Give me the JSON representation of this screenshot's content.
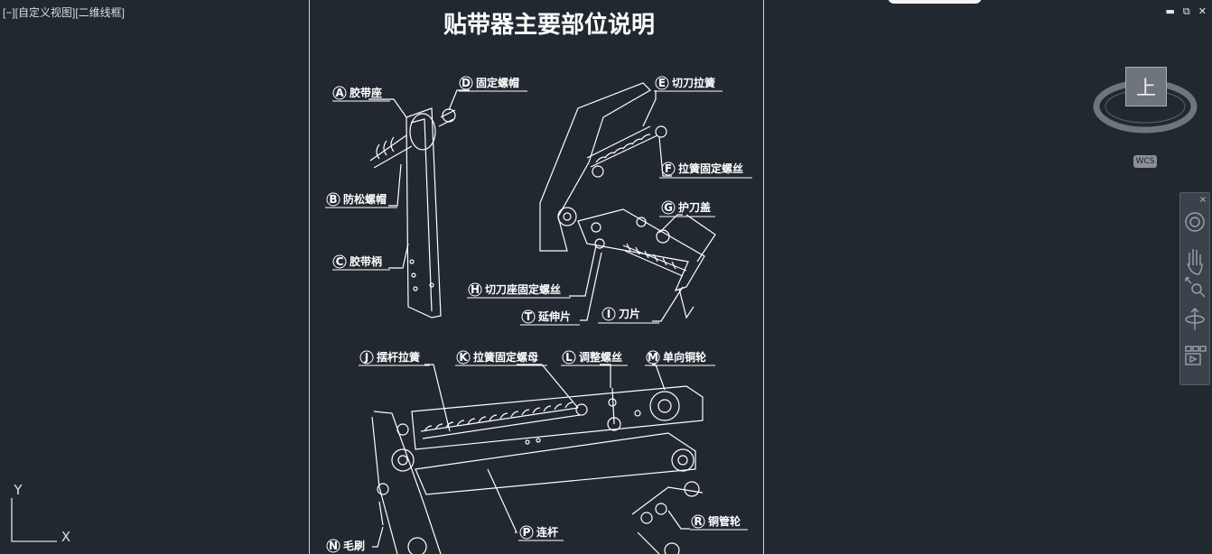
{
  "viewport": {
    "label": "[−][自定义视图][二维线框]"
  },
  "window_controls": {
    "minimize": "▬",
    "restore": "⧉",
    "close": "✕"
  },
  "drawing": {
    "title": "贴带器主要部位说明",
    "labels": [
      {
        "key": "A",
        "text": "胶带座"
      },
      {
        "key": "D",
        "text": "固定螺帽"
      },
      {
        "key": "E",
        "text": "切刀拉簧"
      },
      {
        "key": "B",
        "text": "防松螺帽"
      },
      {
        "key": "F",
        "text": "拉簧固定螺丝"
      },
      {
        "key": "G",
        "text": "护刀盖"
      },
      {
        "key": "C",
        "text": "胶带柄"
      },
      {
        "key": "H",
        "text": "切刀座固定螺丝"
      },
      {
        "key": "T",
        "text": "延伸片"
      },
      {
        "key": "I",
        "text": "刀片"
      },
      {
        "key": "J",
        "text": "摆杆拉簧"
      },
      {
        "key": "K",
        "text": "拉簧固定螺母"
      },
      {
        "key": "L",
        "text": "调整螺丝"
      },
      {
        "key": "M",
        "text": "单向铜轮"
      },
      {
        "key": "P",
        "text": "连杆"
      },
      {
        "key": "R",
        "text": "铜管轮"
      },
      {
        "key": "N",
        "text": "毛刷"
      }
    ]
  },
  "viewcube": {
    "face_label": "上",
    "wcs_label": "WCS"
  },
  "ucs": {
    "y_label": "Y",
    "x_label": "X"
  },
  "nav_bar": {
    "close": "×",
    "tools": [
      "steering-wheel-icon",
      "pan-icon",
      "zoom-icon",
      "orbit-icon",
      "showmotion-icon"
    ]
  }
}
